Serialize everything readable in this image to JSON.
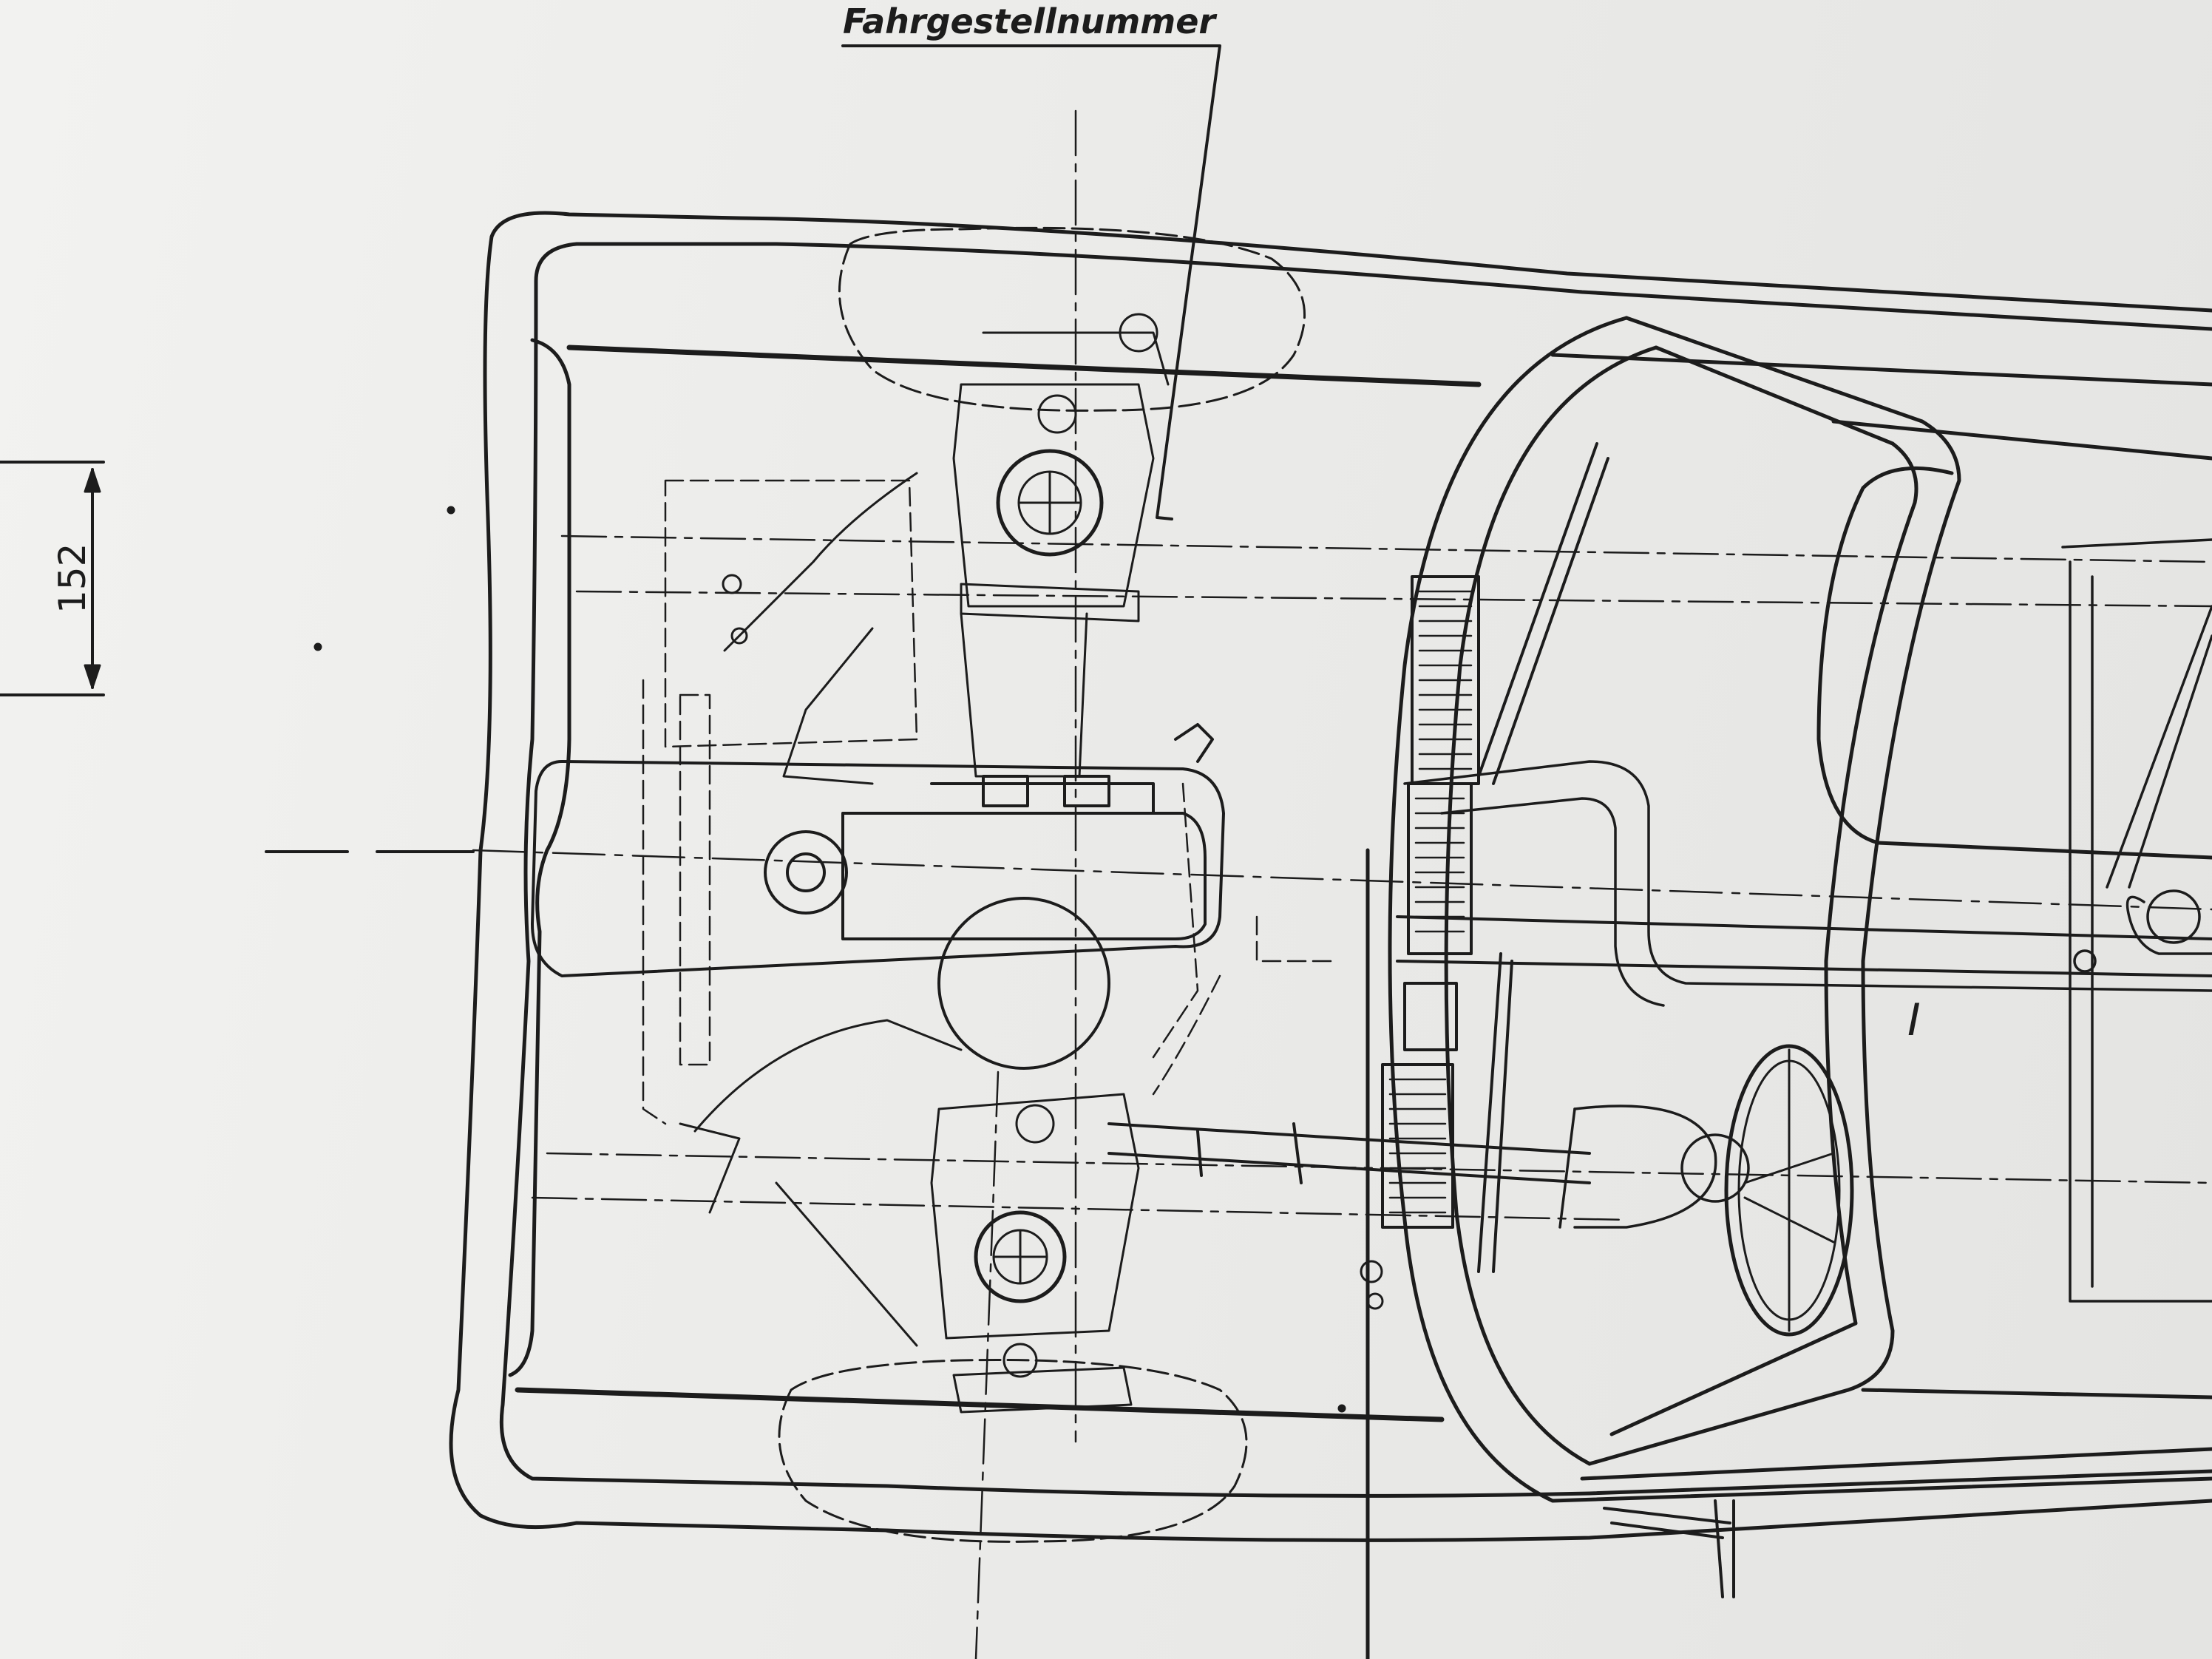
{
  "labels": {
    "chassis_number": "Fahrgestellnummer",
    "dimension": "152",
    "roman_numeral": "I"
  },
  "colors": {
    "paper": "#ebebe9",
    "ink": "#1c1c1c"
  }
}
